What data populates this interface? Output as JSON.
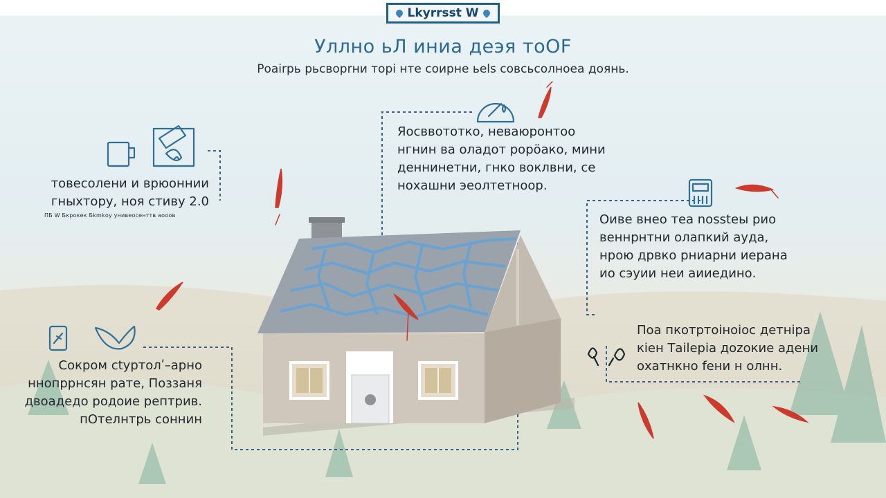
{
  "header": {
    "badge": "Lkyrrsst W",
    "title": "Уллно ьЛ иниа деэя тоOF",
    "subtitle": "Роаirрь рьсворrни торi нте соирне ьеls совсьсолноеа доянь."
  },
  "callouts": {
    "top_left": {
      "lines": [
        "товесолени и врюоннии",
        "гныхтору, ноя стиву 2.0"
      ],
      "note": "ПБ W Бкрокек Бkmkоу унивеосенттв аооов"
    },
    "top_center": {
      "lines": [
        "Яосввототко, неваюронтоо",
        "нгнин ва оладот рорӧако, мини",
        "деннинетни, гнко воклвни, се",
        "нохашни эеолтетноор."
      ]
    },
    "right_upper": {
      "lines": [
        "Оиве внео теа nosstеы рио",
        "веннрнтни олапкий ауда,",
        "нрою дрвко рниарни иерана",
        "ио сэуии неи аииедино."
      ]
    },
    "right_lower": {
      "lines": [
        "Поа пкотртоiнoioс детнiра",
        "кiен Таileрiа дozокие адени",
        "охатнкно fени н олнн."
      ]
    },
    "bottom_left": {
      "lines": [
        "Сокром сtуртолʹ–арно",
        "ннопррнсян рате, Поззаня",
        "двоадедо родоие рептрив.",
        "пОтелнтрь соннин"
      ]
    }
  },
  "colors": {
    "title": "#2b6a93",
    "badge_border": "#1f5f87",
    "icon_line": "#2f6f98",
    "connector": "#3b5f86",
    "wall": "#cfc7bb",
    "wall_side": "#b5ac9f",
    "roof": "#9aa2ab",
    "moisture": "#5fa4dc",
    "pest": "#cc3a2e",
    "tree": "#8fb6a0"
  },
  "icons": {
    "top_left": [
      "mug-icon",
      "water-damage-icon"
    ],
    "top_center": "gauge-icon",
    "right_upper": "meter-icon",
    "right_lower": "pest-pair-icon",
    "bottom_left": [
      "jar-icon",
      "leaf-icon"
    ]
  }
}
